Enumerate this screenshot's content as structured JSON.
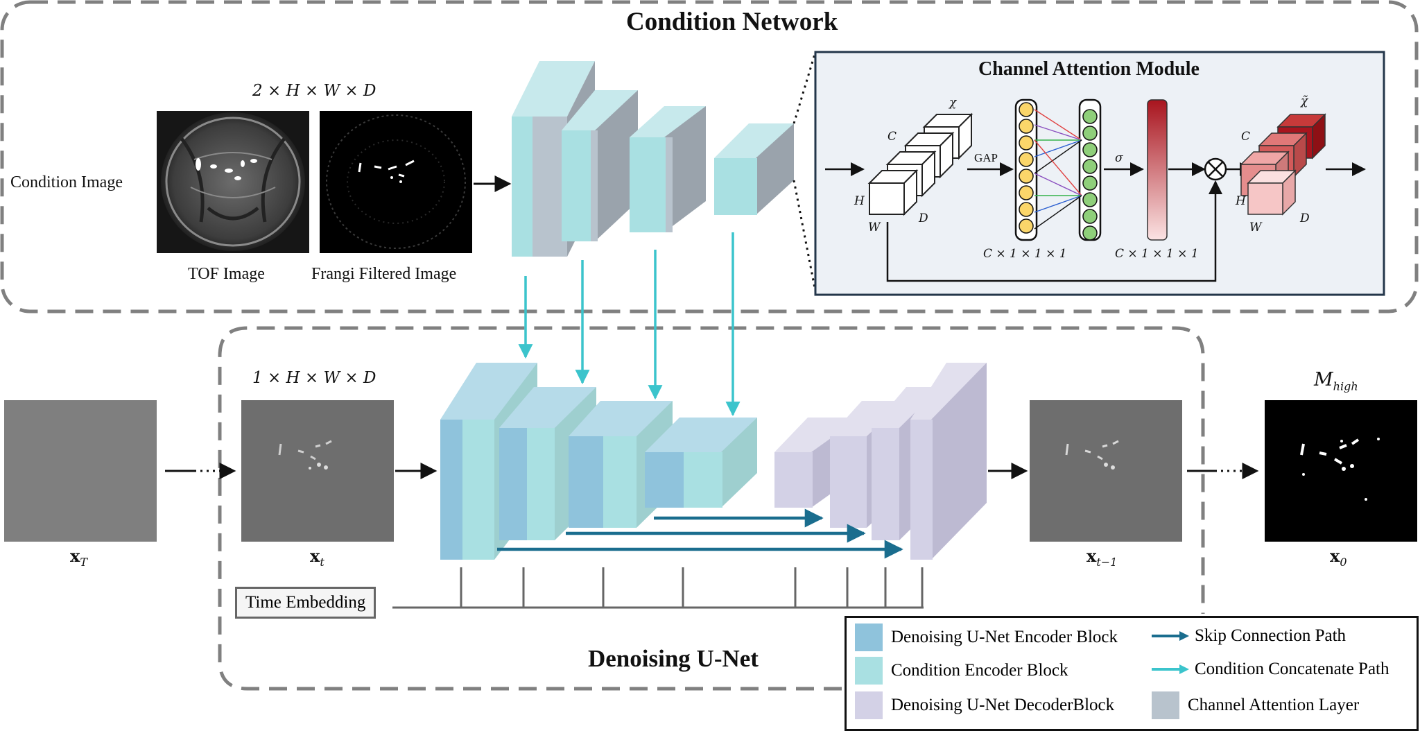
{
  "condition_network": {
    "title": "Condition Network",
    "condition_image_label": "Condition Image",
    "dims_label": "2 × H × W × D",
    "tof_label": "TOF Image",
    "frangi_label": "Frangi Filtered Image"
  },
  "channel_attention": {
    "title": "Channel Attention Module",
    "chi": "χ",
    "chi_tilde": "χ̃",
    "c": "C",
    "h": "H",
    "w": "W",
    "d": "D",
    "gap": "GAP",
    "sigma": "σ",
    "dims_a": "C × 1 × 1 × 1",
    "dims_b": "C × 1 × 1 × 1"
  },
  "denoising": {
    "title": "Denoising U-Net",
    "dims_label": "1 × H × W × D",
    "time_embedding": "Time Embedding",
    "x_T": "x",
    "x_T_sub": "T",
    "x_t": "x",
    "x_t_sub": "t",
    "x_t1": "x",
    "x_t1_sub": "t−1",
    "x_0": "x",
    "x_0_sub": "0",
    "m_high": "M",
    "m_high_sub": "high"
  },
  "legend": {
    "items": [
      {
        "label": "Denoising U-Net Encoder Block",
        "color": "#8fc3dc"
      },
      {
        "label": "Condition Encoder Block",
        "color": "#a9e0e2"
      },
      {
        "label": "Denoising U-Net DecoderBlock",
        "color": "#d3d1e6"
      },
      {
        "label": "Skip Connection Path",
        "color": "#1a6d8e"
      },
      {
        "label": "Condition Concatenate Path",
        "color": "#3bc4cc"
      },
      {
        "label": "Channel Attention Layer",
        "color": "#b8c3cd"
      }
    ]
  },
  "colors": {
    "encoder": "#8fc3dc",
    "condition": "#a9e0e2",
    "decoder": "#d3d1e6",
    "skip": "#1a6d8e",
    "concat": "#3bc4cc",
    "attention": "#b8c3cd",
    "ca_bg": "#edf1f6",
    "dashed_border": "#808080"
  }
}
